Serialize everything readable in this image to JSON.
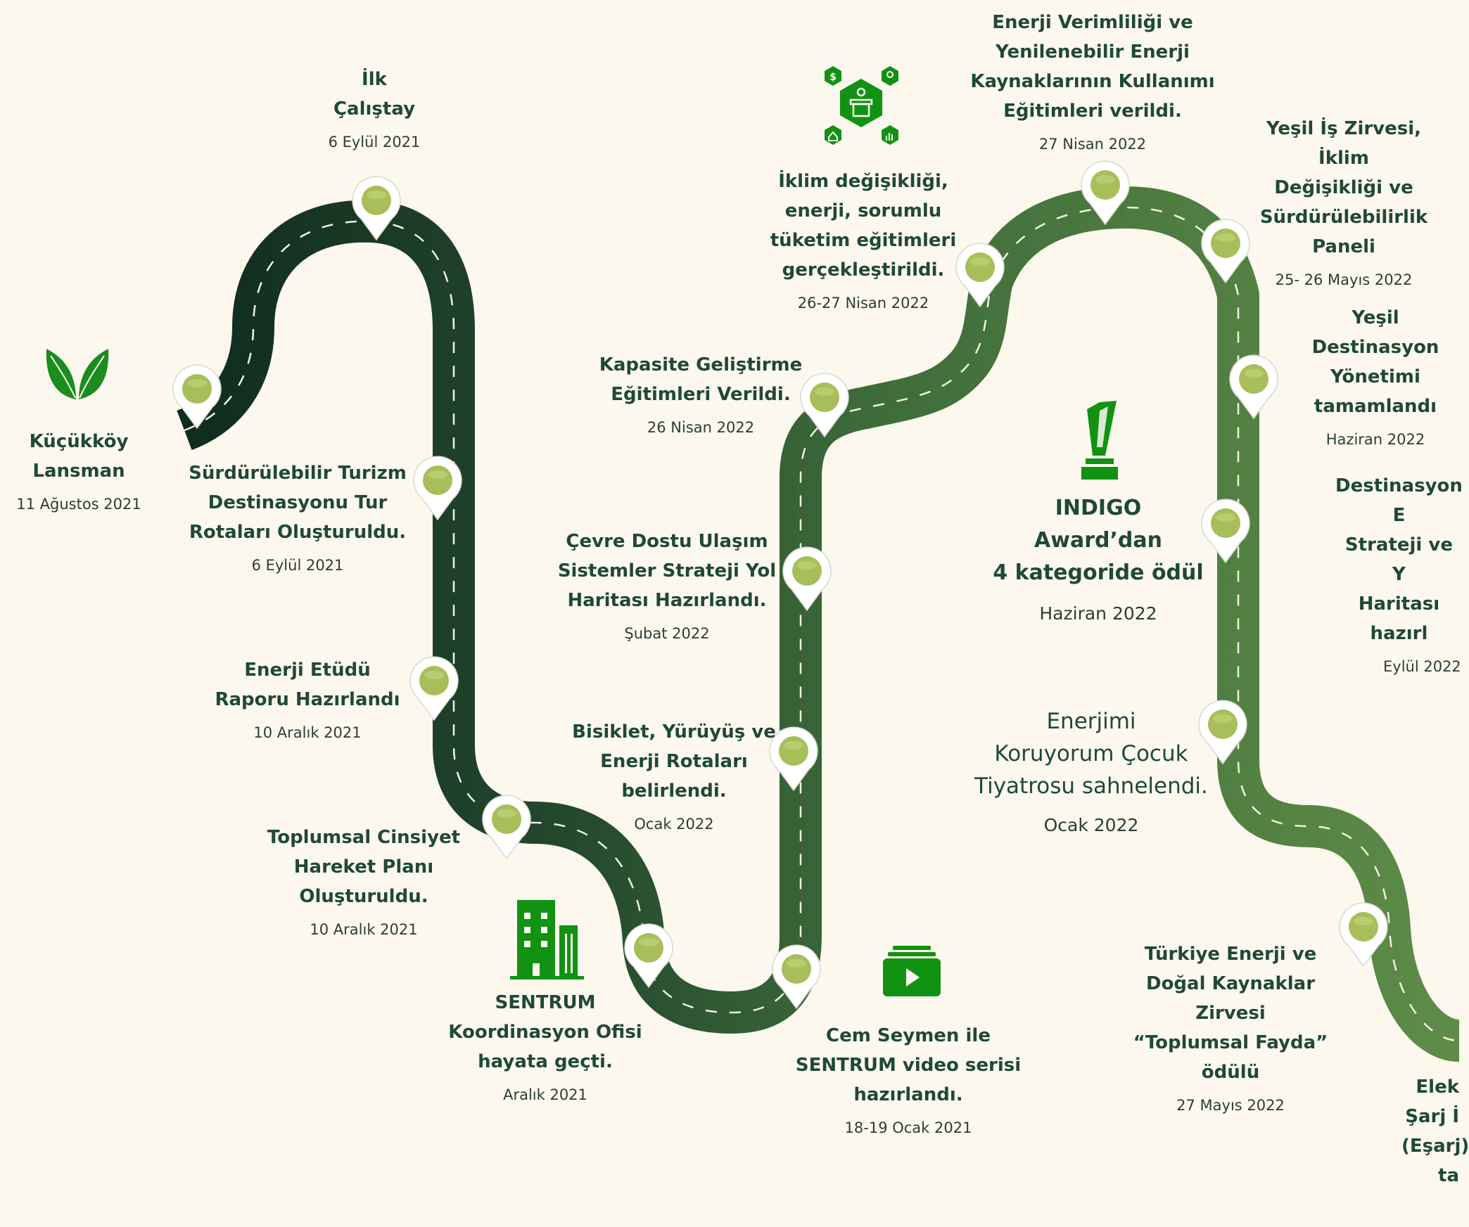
{
  "colors": {
    "background": "#fcf8ee",
    "road_dark": "#102e21",
    "road_mid": "#2f5c36",
    "road_light": "#5d8a48",
    "marker_fill": "#a8be5a",
    "text": "#1f4a30",
    "icon_green": "#0f8a0f"
  },
  "events": [
    {
      "title": "Küçükköy\nLansman",
      "date": "11 Ağustos 2021"
    },
    {
      "title": "İlk\nÇalıştay",
      "date": "6 Eylül 2021"
    },
    {
      "title": "Sürdürülebilir Turizm\nDestinasyonu Tur\nRotaları Oluşturuldu.",
      "date": "6 Eylül 2021"
    },
    {
      "title": "Enerji Etüdü\nRaporu Hazırlandı",
      "date": "10 Aralık 2021"
    },
    {
      "title": "Toplumsal Cinsiyet\nHareket Planı\nOluşturuldu.",
      "date": "10 Aralık 2021"
    },
    {
      "title": "SENTRUM\nKoordinasyon Ofisi\nhayata geçti.",
      "date": "Aralık 2021"
    },
    {
      "title": "Bisiklet, Yürüyüş ve\nEnerji Rotaları\nbelirlendi.",
      "date": "Ocak 2022"
    },
    {
      "title": "Çevre Dostu Ulaşım\nSistemler Strateji Yol\nHaritası Hazırlandı.",
      "date": "Şubat 2022"
    },
    {
      "title": "Kapasite Geliştirme\nEğitimleri Verildi.",
      "date": "26 Nisan 2022"
    },
    {
      "title": "İklim değişikliği,\nenerji, sorumlu\ntüketim eğitimleri\ngerçekleştirildi.",
      "date": "26-27 Nisan 2022"
    },
    {
      "title": "Cem Seymen ile\nSENTRUM video serisi\nhazırlandı.",
      "date": "18-19 Ocak 2021"
    },
    {
      "title": "Enerji Verimliliği ve\nYenilenebilir Enerji\nKaynaklarının Kullanımı\nEğitimleri verildi.",
      "date": "27 Nisan 2022"
    },
    {
      "title": "INDIGO\nAward’dan\n4 kategoride ödül",
      "date": "Haziran 2022"
    },
    {
      "title": "Enerjimi\nKoruyorum Çocuk\nTiyatrosu sahnelendi.",
      "date": "Ocak 2022"
    },
    {
      "title": "Yeşil İş Zirvesi, İklim\nDeğişikliği ve\nSürdürülebilirlik Paneli",
      "date": "25- 26 Mayıs 2022"
    },
    {
      "title": "Yeşil Destinasyon\nYönetimi\ntamamlandı",
      "date": "Haziran 2022"
    },
    {
      "title": "Destinasyon E\nStrateji ve Y\nHaritası hazırl",
      "date": "Eylül 2022"
    },
    {
      "title": "Türkiye Enerji ve\nDoğal Kaynaklar Zirvesi\n“Toplumsal Fayda” ödülü",
      "date": "27 Mayıs 2022"
    },
    {
      "title": "Elek\nŞarj İ\n(Eşarj)\nta",
      "date": ""
    }
  ],
  "icons": [
    "leaf-icon",
    "building-icon",
    "presentation-icon",
    "trophy-icon",
    "video-icon"
  ]
}
